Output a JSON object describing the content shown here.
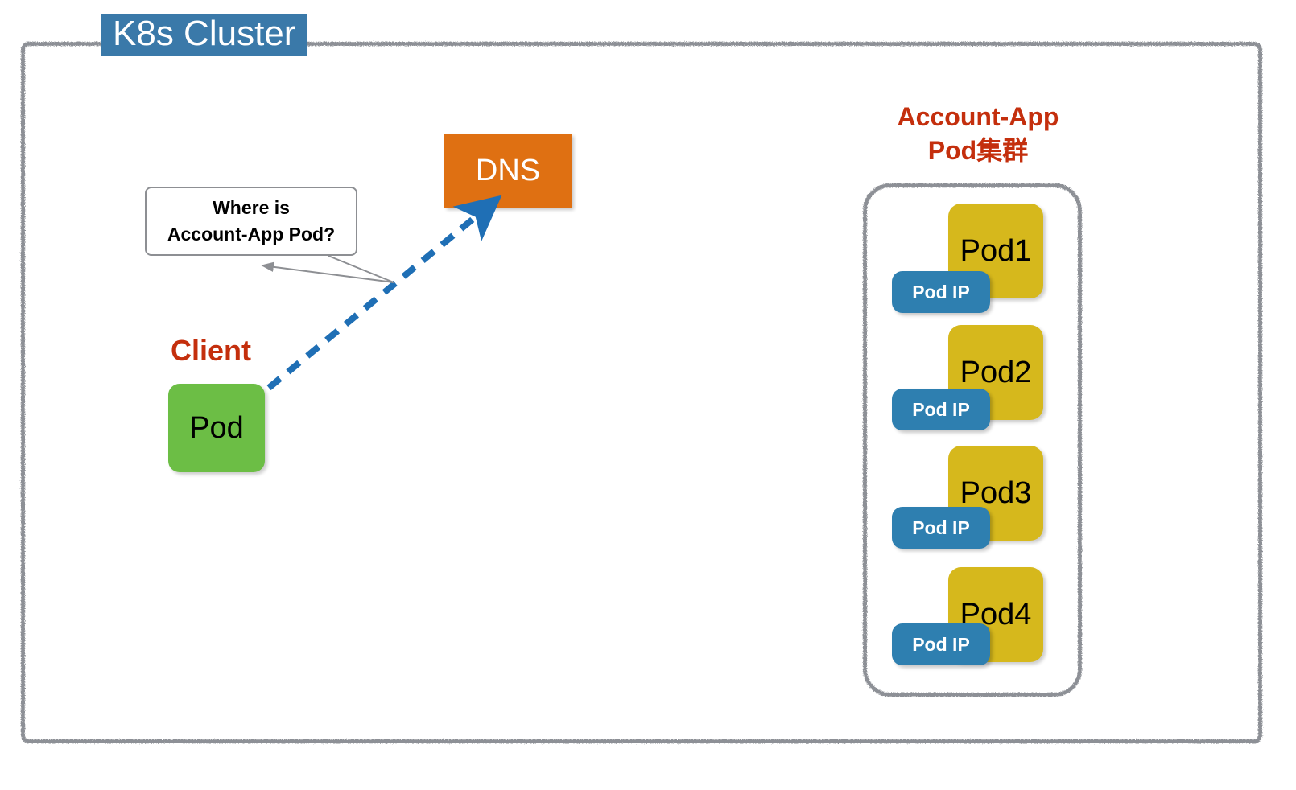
{
  "cluster": {
    "title": "K8s Cluster",
    "title_bg": "#3a79a9",
    "title_color": "#ffffff",
    "border_color": "#8d9096"
  },
  "dns": {
    "label": "DNS",
    "bg": "#df7012",
    "color": "#ffffff"
  },
  "callout": {
    "line1": "Where is",
    "line2": "Account-App Pod?",
    "border_color": "#8d8f93",
    "color": "#000000"
  },
  "client": {
    "label": "Client",
    "label_color": "#c42f0d",
    "pod_label": "Pod",
    "pod_bg": "#6cbe45",
    "pod_color": "#000000"
  },
  "group": {
    "title_line1": "Account-App",
    "title_line2": "Pod集群",
    "title_color": "#c42f0d",
    "border_color": "#8d9096",
    "pod_bg": "#d6b81c",
    "pod_color": "#000000",
    "badge_bg": "#2e7fb0",
    "badge_color": "#ffffff",
    "pods": [
      {
        "label": "Pod1",
        "badge": "Pod IP"
      },
      {
        "label": "Pod2",
        "badge": "Pod IP"
      },
      {
        "label": "Pod3",
        "badge": "Pod IP"
      },
      {
        "label": "Pod4",
        "badge": "Pod IP"
      }
    ]
  },
  "arrows": {
    "dns_query": {
      "style": "dashed",
      "color": "#1f6fb5",
      "from": "client-pod",
      "to": "dns"
    },
    "pod_traffic": {
      "style": "solid",
      "color": "#ed6b63",
      "from": "client-pod",
      "to": "pod-group"
    },
    "callout_tail": {
      "color": "#8d8f93"
    }
  }
}
